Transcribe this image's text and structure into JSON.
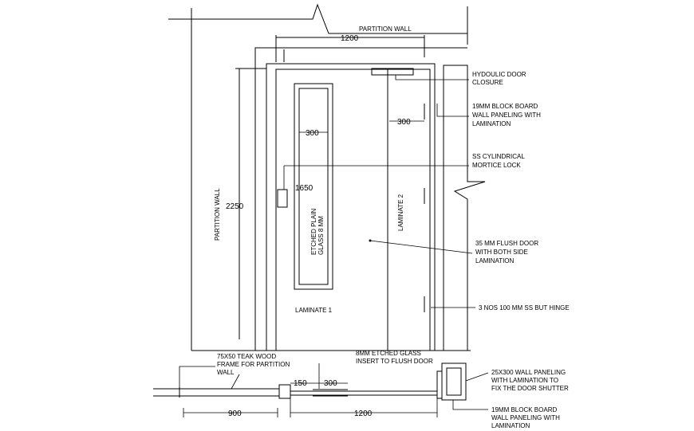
{
  "labels": {
    "partition_wall_top": "PARTITION WALL",
    "partition_wall_side": "PARTITION WALL",
    "hydraulic_closure": [
      "HYDOULIC DOOR",
      "CLOSURE"
    ],
    "block_board_top": [
      "19MM BLOCK BOARD",
      "WALL PANELING  WITH",
      "LAMINATION"
    ],
    "mortice_lock": [
      "SS CYLINDRICAL",
      "MORTICE LOCK"
    ],
    "flush_door": [
      "35 MM FLUSH DOOR",
      "WITH BOTH SIDE",
      "LAMINATION"
    ],
    "hinge": "3 NOS 100 MM SS BUT HINGE",
    "teak_frame": [
      "75X50 TEAK WOOD",
      "FRAME FOR PARTITION",
      "WALL"
    ],
    "glass_insert": [
      "8MM ETCHED GLASS",
      "INSERT TO FLUSH DOOR"
    ],
    "wall_paneling": [
      "25X300 WALL PANELING",
      "WITH LAMINATION TO",
      "FIX THE DOOR SHUTTER"
    ],
    "block_board_bottom": [
      "19MM BLOCK BOARD",
      "WALL PANELING  WITH",
      "LAMINATION"
    ],
    "laminate_1": "LAMINATE 1",
    "laminate_2": "LAMINATE 2",
    "glass_panel": [
      "ETCHED PLAIN",
      "GLASS 8 MM"
    ]
  },
  "dimensions": {
    "top_width": "1200",
    "height": "2250",
    "glass_width": "300",
    "glass_offset": "300",
    "glass_height": "1650",
    "plan_900": "900",
    "plan_1200": "1200",
    "plan_150": "150",
    "plan_300": "300"
  }
}
